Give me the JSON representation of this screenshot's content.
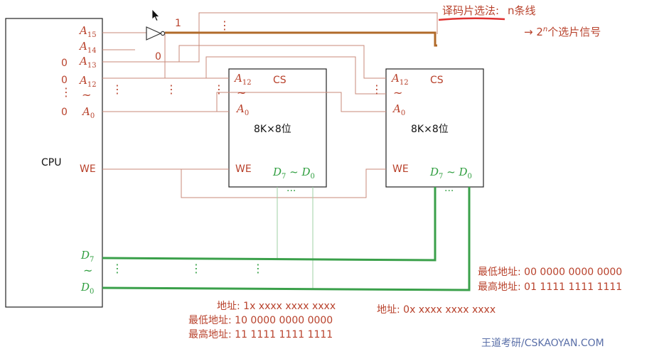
{
  "heading": {
    "label": "译码片选法:",
    "suffix": "n条线",
    "arrow": "→ 2",
    "sup": "n",
    "tail": "个选片信号"
  },
  "cpu": {
    "label": "CPU",
    "pins": {
      "a15": {
        "base": "A",
        "sub": "15"
      },
      "a14": {
        "base": "A",
        "sub": "14"
      },
      "a13": {
        "base": "A",
        "sub": "13"
      },
      "a12": {
        "base": "A",
        "sub": "12"
      },
      "a0": {
        "base": "A",
        "sub": "0"
      },
      "we": "WE",
      "d7": {
        "base": "D",
        "sub": "7"
      },
      "d0": {
        "base": "D",
        "sub": "0"
      }
    },
    "left_values": {
      "a13": "0",
      "a12": "0",
      "a0": "0"
    },
    "tilde": "~",
    "vdots": "⋮"
  },
  "inverter": {
    "out_value": "1",
    "a13_value": "0"
  },
  "chip1": {
    "a12": {
      "base": "A",
      "sub": "12"
    },
    "a0": {
      "base": "A",
      "sub": "0"
    },
    "cs": "CS",
    "size": "8K×8位",
    "we": "WE",
    "d_range": {
      "d7": "D",
      "d7sub": "7",
      "sep": " ~ ",
      "d0": "D",
      "d0sub": "0"
    }
  },
  "chip2": {
    "a12": {
      "base": "A",
      "sub": "12"
    },
    "a0": {
      "base": "A",
      "sub": "0"
    },
    "cs": "CS",
    "size": "8K×8位",
    "we": "WE",
    "d_range": {
      "d7": "D",
      "d7sub": "7",
      "sep": " ~ ",
      "d0": "D",
      "d0sub": "0"
    }
  },
  "ellipsis": "···",
  "annotations": {
    "chip2_min": "最低地址: 00 0000 0000 0000",
    "chip2_max": "最高地址: 01 1111 1111 1111",
    "chip2_addr": "地址: 0x xxxx xxxx xxxx",
    "chip1_addr": "地址: 1x xxxx xxxx xxxx",
    "chip1_min": "最低地址: 10 0000 0000 0000",
    "chip1_max": "最高地址: 11 1111 1111 1111"
  },
  "watermark": "王道考研/CSKAOYAN.COM",
  "colors": {
    "address": "#b8412b",
    "data": "#2f9e3f",
    "select_bus": "#b06a2a",
    "underline": "#e03030"
  }
}
